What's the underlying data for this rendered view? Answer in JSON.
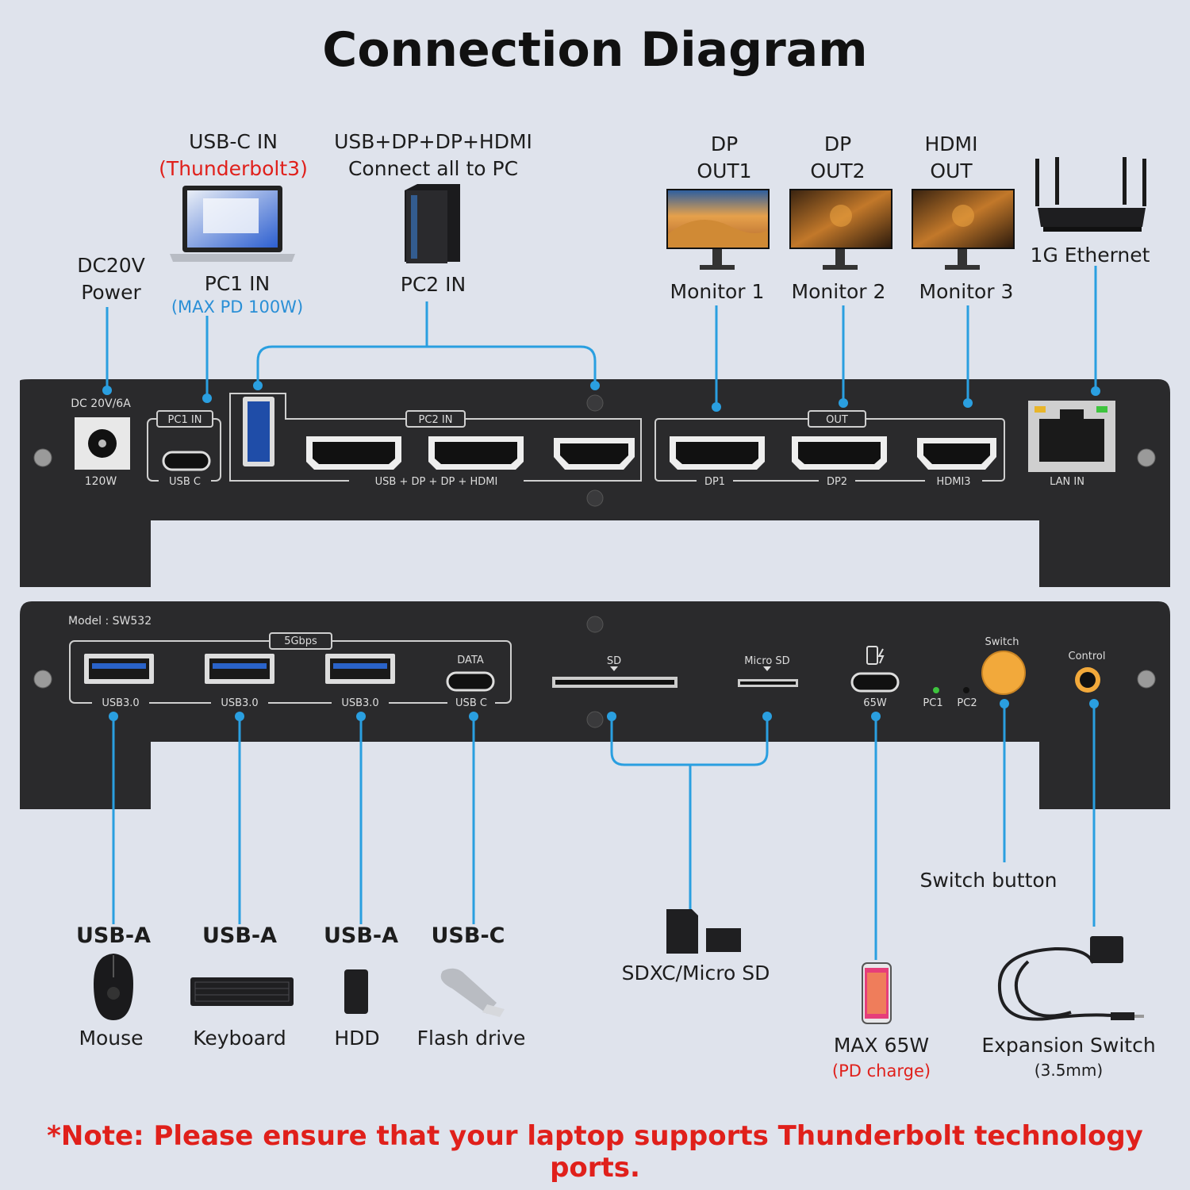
{
  "title": "Connection Diagram",
  "top_labels": {
    "dc_power": [
      "DC20V",
      "Power"
    ],
    "usbc_in": "USB-C IN",
    "thunderbolt": "(Thunderbolt3)",
    "pc1_in": "PC1 IN",
    "max_pd": "(MAX PD 100W)",
    "pc2_group": [
      "USB+DP+DP+HDMI",
      "Connect all to PC"
    ],
    "pc2_in": "PC2 IN",
    "dp_out1": [
      "DP",
      "OUT1"
    ],
    "dp_out2": [
      "DP",
      "OUT2"
    ],
    "hdmi_out": [
      "HDMI",
      "OUT"
    ],
    "monitor1": "Monitor 1",
    "monitor2": "Monitor 2",
    "monitor3": "Monitor 3",
    "ethernet": "1G Ethernet"
  },
  "back_panel": {
    "dc_label": "DC 20V/6A",
    "dc_watt": "120W",
    "pc1_tag": "PC1 IN",
    "usbc": "USB C",
    "pc2_tag": "PC2 IN",
    "pc2_ports": "USB + DP + DP + HDMI",
    "out_tag": "OUT",
    "dp1": "DP1",
    "dp2": "DP2",
    "hdmi3": "HDMI3",
    "lan": "LAN IN"
  },
  "front_panel": {
    "model": "Model : SW532",
    "speed": "5Gbps",
    "usb30": "USB3.0",
    "data": "DATA",
    "usb_c": "USB C",
    "sd": "SD",
    "micro_sd": "Micro SD",
    "pd_watt": "65W",
    "pc1": "PC1",
    "pc2": "PC2",
    "switch": "Switch",
    "control": "Control"
  },
  "bottom_labels": {
    "usb_a": "USB-A",
    "usb_c": "USB-C",
    "mouse": "Mouse",
    "keyboard": "Keyboard",
    "hdd": "HDD",
    "flash": "Flash drive",
    "sd_cards": "SDXC/Micro SD",
    "switch_button": "Switch button",
    "max65": "MAX 65W",
    "pd_charge": "(PD charge)",
    "expansion": "Expansion Switch",
    "jack": "(3.5mm)"
  },
  "note": "*Note: Please ensure that your laptop supports Thunderbolt technology ports.",
  "colors": {
    "background": "#dfe3ec",
    "panel": "#2a2a2c",
    "connector_line": "#2a9fe0",
    "note_red": "#e0201b",
    "switch_button": "#f2a93b"
  }
}
